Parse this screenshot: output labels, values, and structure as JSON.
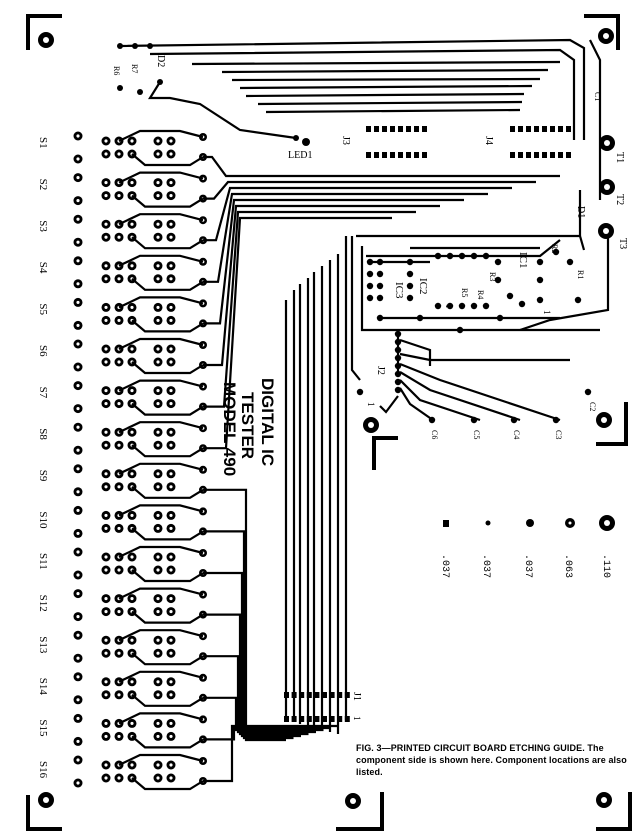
{
  "switches": [
    "S1",
    "S2",
    "S3",
    "S4",
    "S5",
    "S6",
    "S7",
    "S8",
    "S9",
    "S10",
    "S11",
    "S12",
    "S13",
    "S14",
    "S15",
    "S16"
  ],
  "title_lines": [
    "DIGITAL IC",
    "TESTER",
    "MODEL 490"
  ],
  "connectors": {
    "j1": "J1",
    "j2": "J2",
    "j3": "J3",
    "j4": "J4"
  },
  "pin_one": "1",
  "ics": {
    "ic1": "IC1",
    "ic2": "IC2",
    "ic3": "IC3"
  },
  "diodes": {
    "d1": "D1",
    "d2": "D2"
  },
  "led": "LED1",
  "terminals": {
    "t1": "T1",
    "t2": "T2",
    "t3": "T3"
  },
  "resistors": {
    "r1": "R1",
    "r2": "R2",
    "r3": "R3",
    "r4": "R4",
    "r5": "R5",
    "r6": "R6",
    "r7": "R7"
  },
  "capacitors": {
    "c1": "C1",
    "c2": "C2",
    "c3": "C3",
    "c4": "C4",
    "c5": "C5",
    "c6": "C6"
  },
  "drill_sizes": [
    ".037",
    ".037",
    ".037",
    ".063",
    ".110"
  ],
  "caption": "FIG. 3—PRINTED CIRCUIT BOARD ETCHING GUIDE. The component side is shown here. Component locations are also listed."
}
